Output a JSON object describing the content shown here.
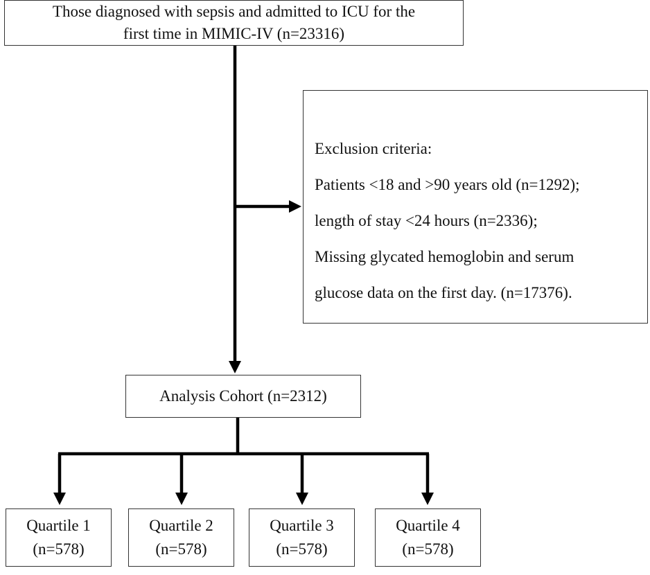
{
  "flowchart": {
    "top_box": {
      "line1": "Those diagnosed with sepsis and admitted to ICU for the",
      "line2": "first time in MIMIC-IV (n=23316)"
    },
    "exclusion_box": {
      "title": "Exclusion criteria:",
      "items": [
        "Patients <18 and >90 years old (n=1292);",
        "length of stay <24 hours (n=2336);",
        "Missing glycated hemoglobin and serum",
        "glucose data on the first day. (n=17376)."
      ]
    },
    "cohort_box": {
      "label": "Analysis Cohort (n=2312)"
    },
    "quartiles": [
      {
        "label": "Quartile 1",
        "count": "(n=578)"
      },
      {
        "label": "Quartile 2",
        "count": "(n=578)"
      },
      {
        "label": "Quartile 3",
        "count": "(n=578)"
      },
      {
        "label": "Quartile 4",
        "count": "(n=578)"
      }
    ]
  },
  "colors": {
    "line": "#000000",
    "border": "#333333",
    "text": "#111111"
  }
}
